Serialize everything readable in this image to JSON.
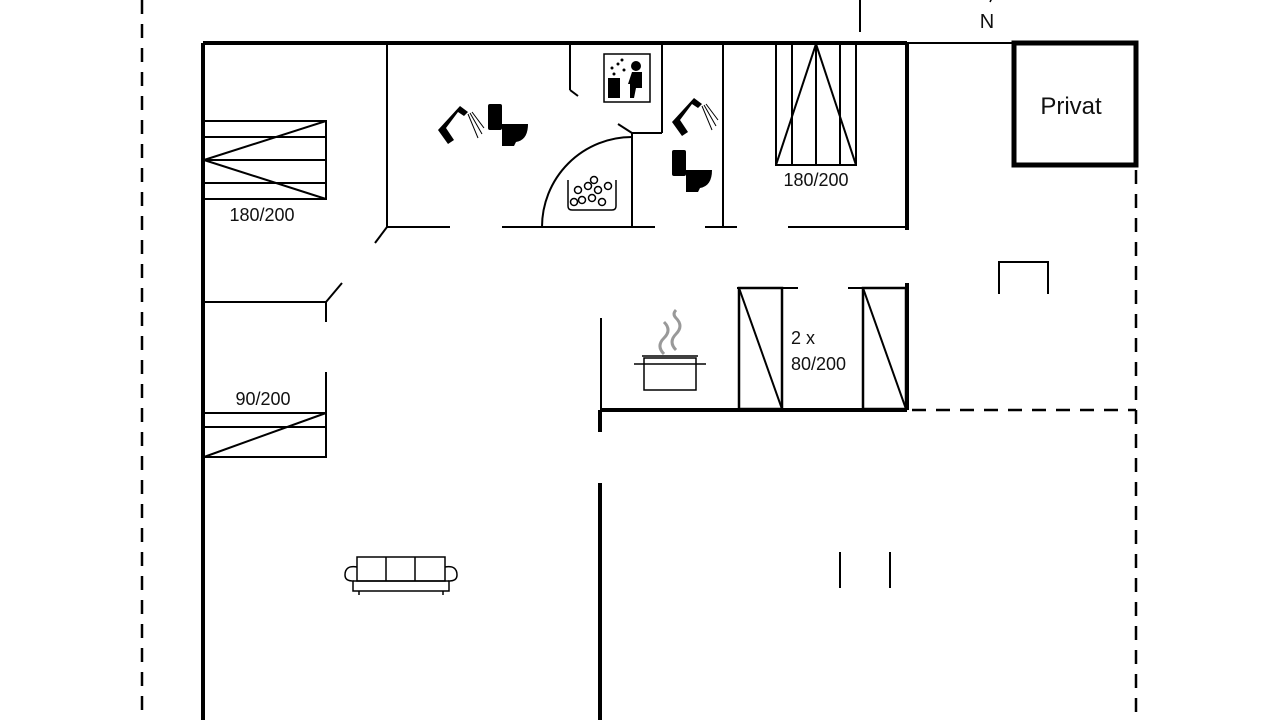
{
  "labels": {
    "north": "N",
    "private_room": "Privat",
    "bed_left_double": "180/200",
    "bed_top_double": "180/200",
    "bed_single": "90/200",
    "bed_twin_line1": "2 x",
    "bed_twin_line2": "80/200"
  },
  "icons": [
    "shower-icon",
    "toilet-icon",
    "sauna-icon",
    "whirlpool-icon",
    "stove-pot-icon",
    "sofa-icon"
  ]
}
